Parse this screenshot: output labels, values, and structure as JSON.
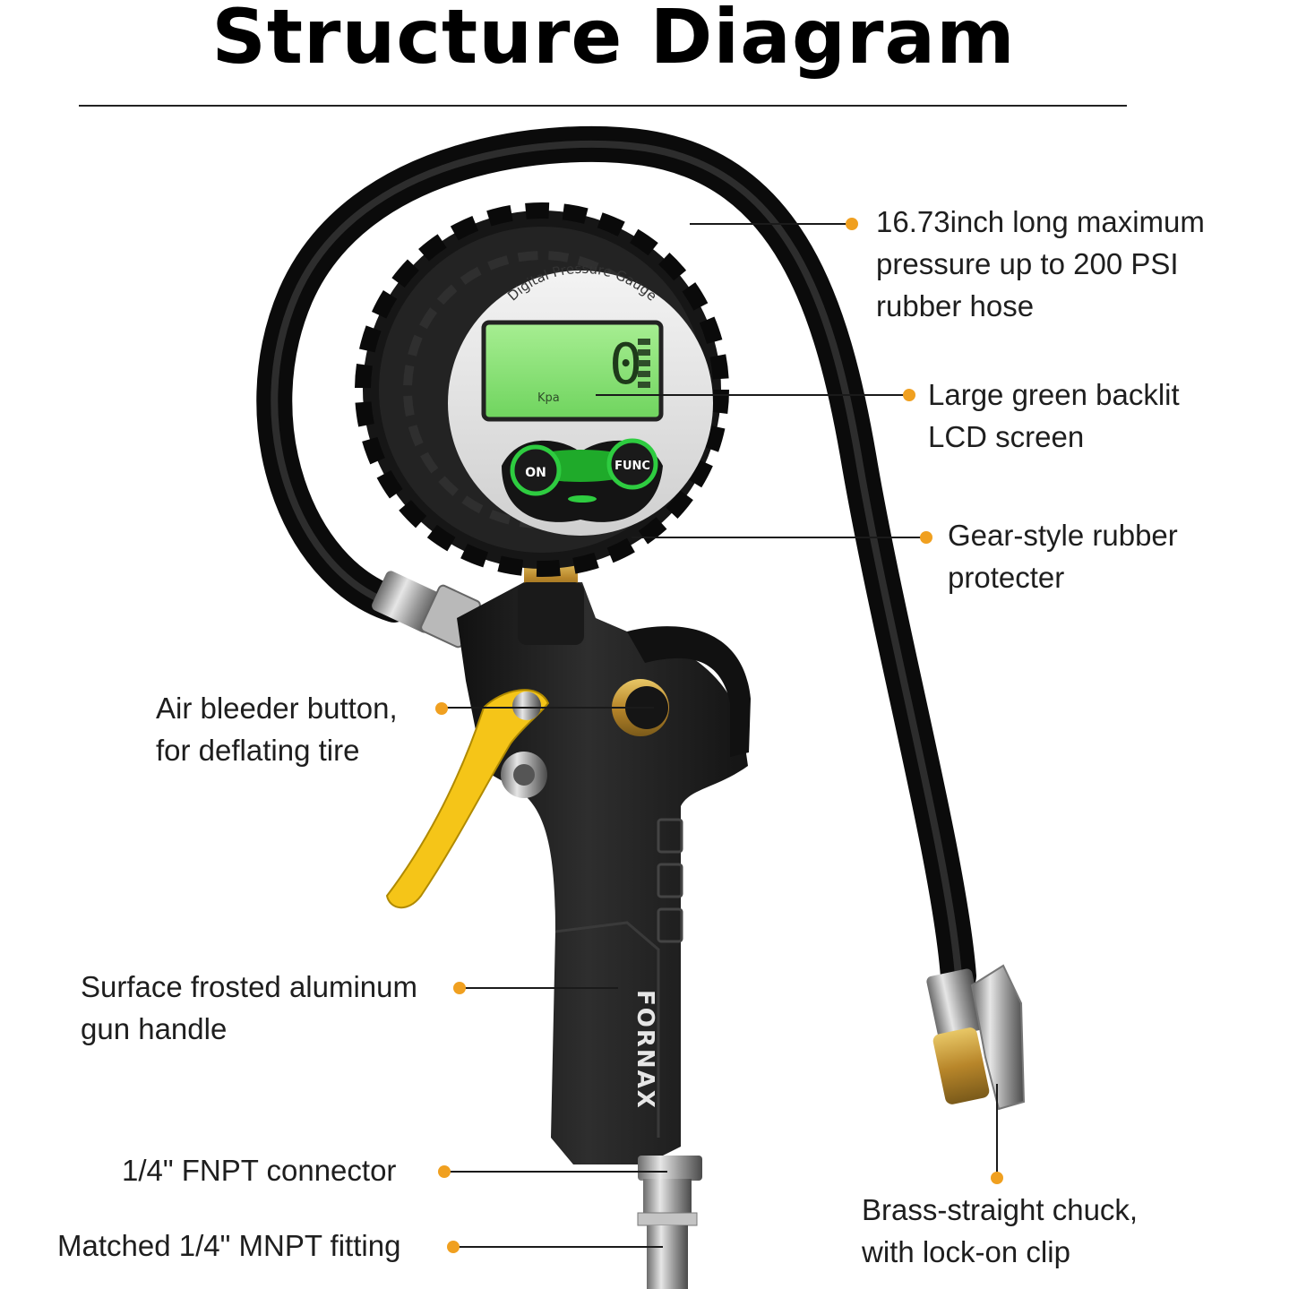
{
  "title": "Structure Diagram",
  "device": {
    "gauge_text": "Digital Pressure Gauge",
    "lcd_reading": "0",
    "lcd_unit": "Kpa",
    "button_on": "ON",
    "button_func": "FUNC",
    "brand": "FORNAX"
  },
  "callouts": [
    {
      "lines": [
        "16.73inch long maximum",
        "pressure up to 200 PSI",
        "rubber hose"
      ]
    },
    {
      "lines": [
        "Large green backlit",
        "LCD screen"
      ]
    },
    {
      "lines": [
        "Gear-style rubber",
        "protecter"
      ]
    },
    {
      "lines": [
        "Air bleeder button,",
        "for deflating tire"
      ]
    },
    {
      "lines": [
        "Surface frosted aluminum",
        "gun handle"
      ]
    },
    {
      "lines": [
        "1/4\" FNPT connector"
      ]
    },
    {
      "lines": [
        "Matched 1/4\" MNPT fitting"
      ]
    },
    {
      "lines": [
        "Brass-straight chuck,",
        "with lock-on clip"
      ]
    }
  ],
  "colors": {
    "accent_dot": "#f0a020",
    "lcd_green": "#8de27a",
    "trigger_yellow": "#f5c518",
    "body_black": "#1c1c1c",
    "brass": "#c9a13a"
  }
}
